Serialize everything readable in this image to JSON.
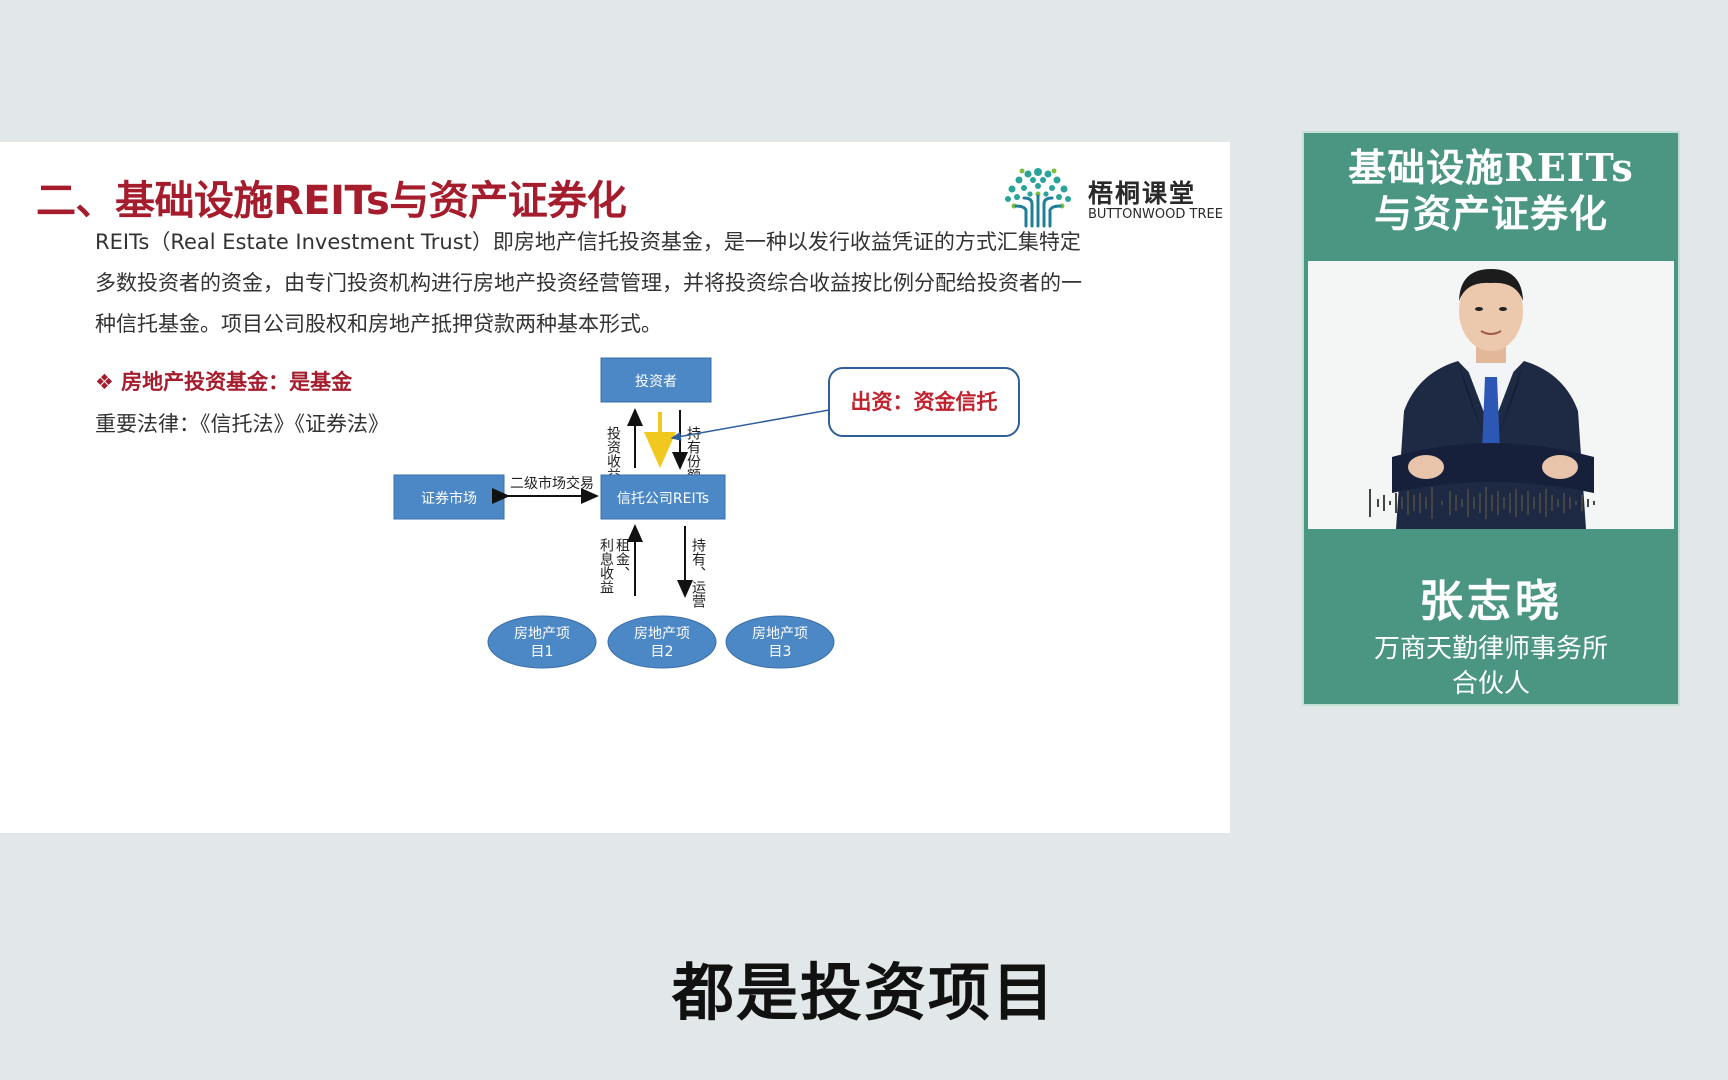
{
  "colors": {
    "title_red": "#a51d2d",
    "box_blue": "#4c88c6",
    "callout_border": "#2f5f99",
    "card_green": "#4a9682",
    "arrow_yellow": "#f1c81d"
  },
  "slide": {
    "title": "二、基础设施REITs与资产证券化",
    "logo": {
      "cn": "梧桐课堂",
      "en": "BUTTONWOOD TREE",
      "icon": "tree-logo-icon"
    },
    "intro": "REITs（Real Estate Investment Trust）即房地产信托投资基金，是一种以发行收益凭证的方式汇集特定多数投资者的资金，由专门投资机构进行房地产投资经营管理，并将投资综合收益按比例分配给投资者的一种信托基金。项目公司股权和房地产抵押贷款两种基本形式。",
    "bullet_symbol": "❖",
    "bullet": "房地产投资基金：是基金",
    "law_line": "重要法律：《信托法》《证券法》"
  },
  "diagram": {
    "investor": "投资者",
    "trust": "信托公司REITs",
    "market": "证券市场",
    "market_edge": "二级市场交易",
    "edge_up_left": "投资收益",
    "edge_down_right": "持有份额",
    "edge_lower_up": [
      "利息收益",
      "租金、"
    ],
    "edge_lower_down": [
      "持有、运营"
    ],
    "projects": [
      {
        "line1": "房地产项",
        "line2": "目1"
      },
      {
        "line1": "房地产项",
        "line2": "目2"
      },
      {
        "line1": "房地产项",
        "line2": "目3"
      }
    ],
    "callout": "出资：资金信托"
  },
  "speaker_card": {
    "title_line1": "基础设施REITs",
    "title_line2": "与资产证券化",
    "name": "张志晓",
    "org": "万商天勤律师事务所",
    "role": "合伙人",
    "waveform_icon": "audio-waveform-icon"
  },
  "subtitle": "都是投资项目"
}
